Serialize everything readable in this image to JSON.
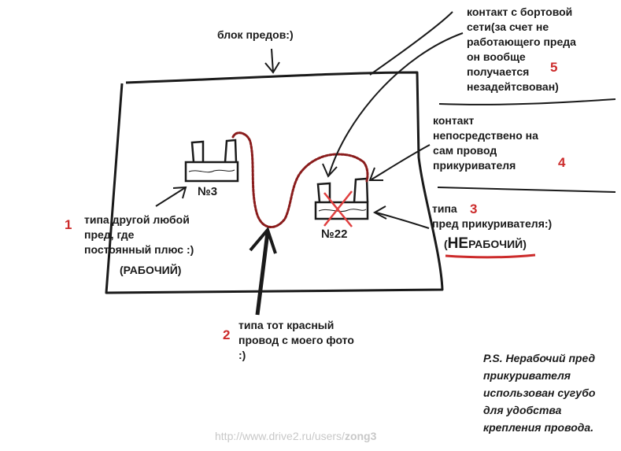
{
  "labels": {
    "block": "блок предов:)",
    "contact_onboard": "контакт с бортовой\nсети(за счет не\nработающего преда\nон вообще\nполучается\nнезадейтсвован)",
    "contact_direct": "контакт\nнепосредствено на\nсам провод\nприкуривателя",
    "fuse3": "№3",
    "fuse22": "№22",
    "other_fuse": "типа другой любой\nпред, где\nпостоянный плюс :)",
    "working": "(РАБОЧИЙ)",
    "cig_fuse": "типа\nпред прикуривателя:)",
    "not_working_prefix": "(",
    "not_working_ne": "НЕ",
    "not_working_rest": "РАБОЧИЙ)",
    "red_wire": "типа тот красный\nпровод с моего фото\n:)"
  },
  "numbers": {
    "n1": "1",
    "n2": "2",
    "n3": "3",
    "n4": "4",
    "n5": "5"
  },
  "ps": "P.S. Нерабочий пред\nприкуривателя\nиспользован сугубо\nдля удобства\nкрепления провода.",
  "watermark": {
    "prefix": "http://www.drive2.ru/users/",
    "user": "zong3"
  },
  "colors": {
    "ink": "#1a1a1a",
    "accent": "#cc2b2b",
    "wire": "#8a1c1c",
    "watermark": "#c8c8c8"
  }
}
